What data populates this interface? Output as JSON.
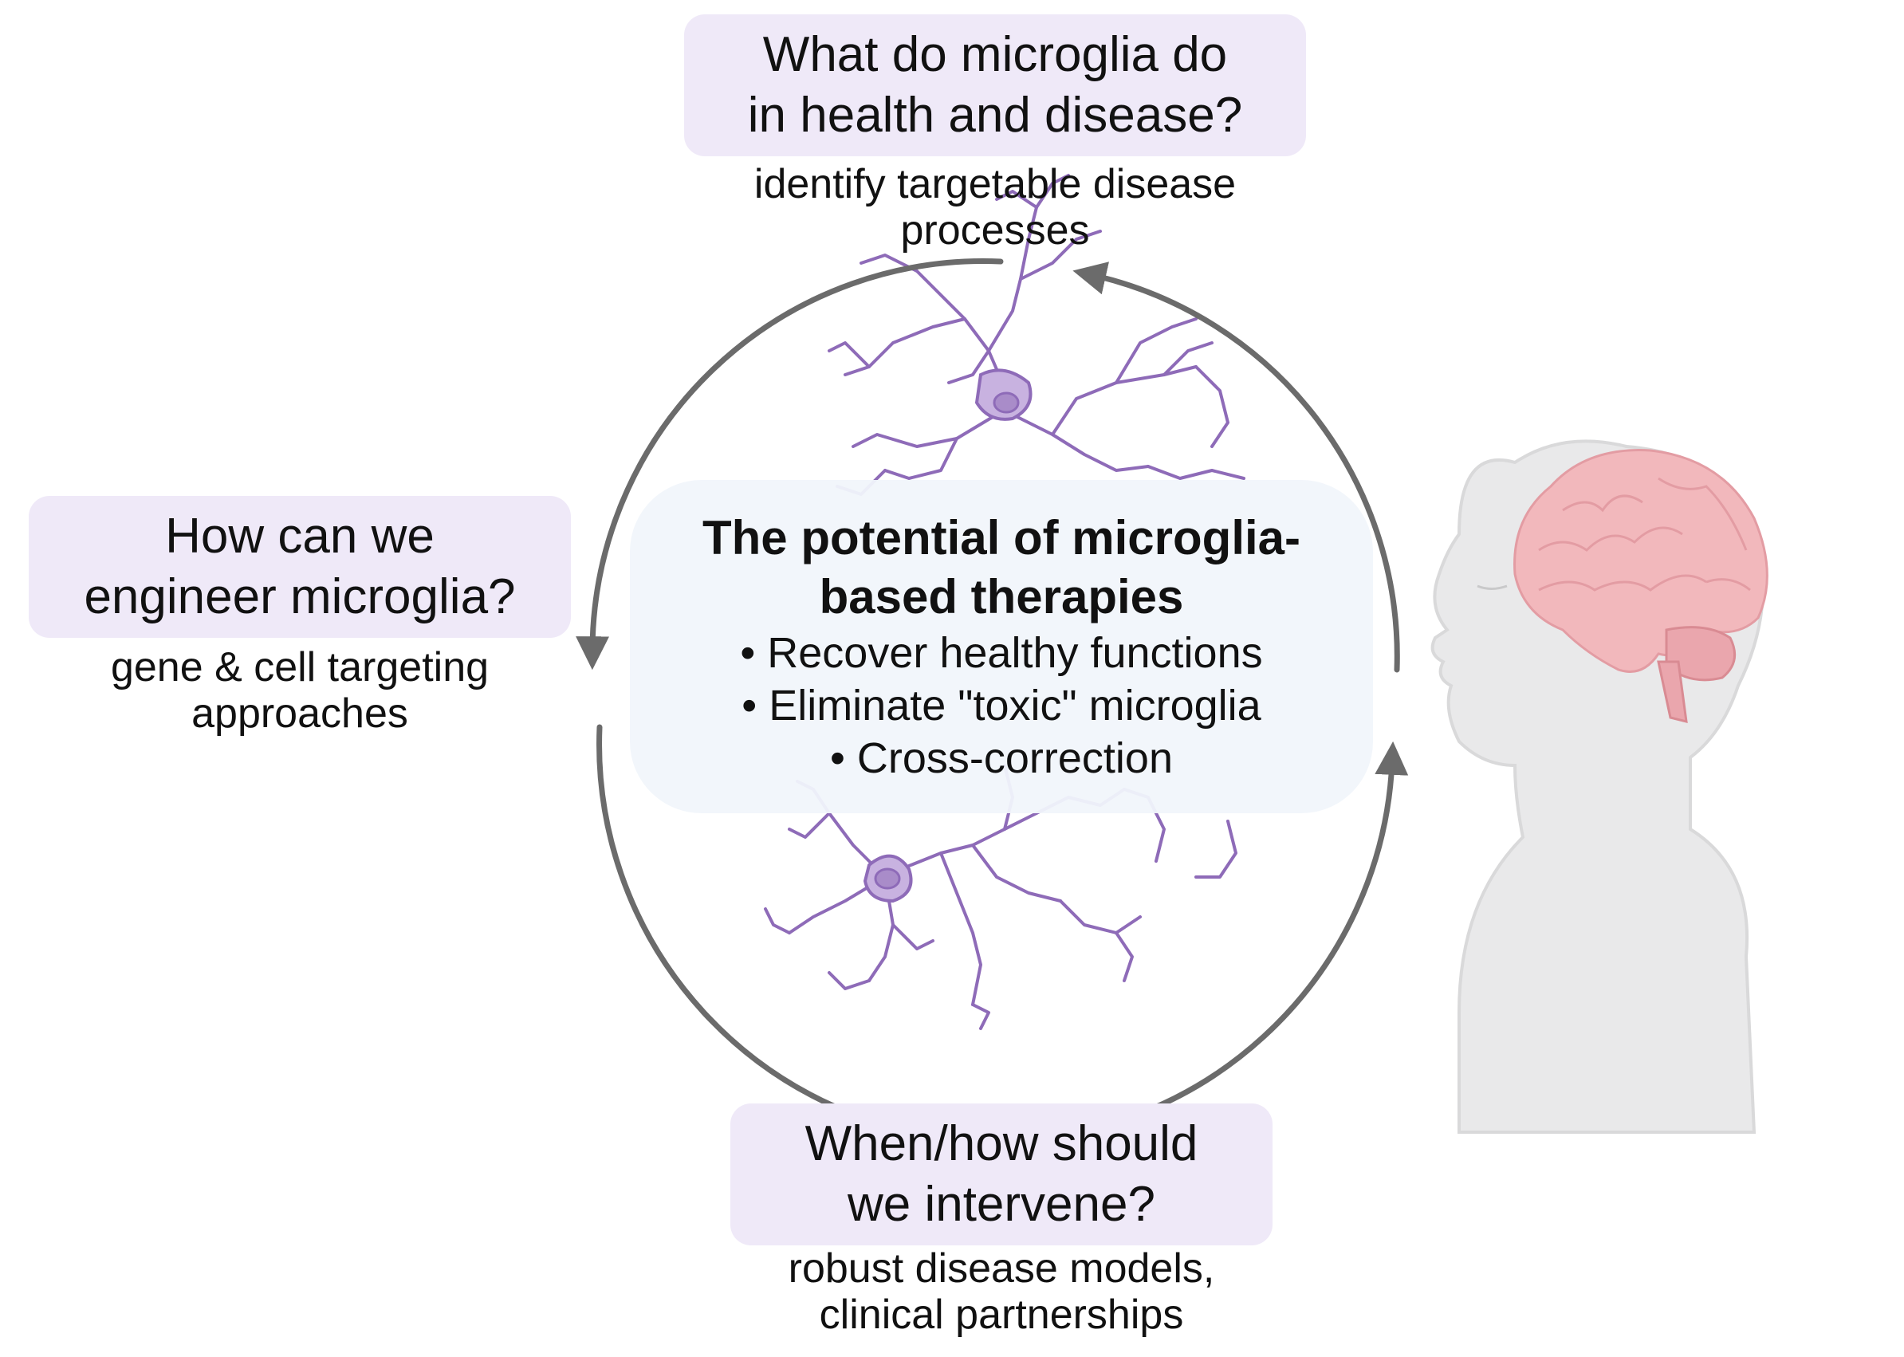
{
  "top": {
    "question_line1": "What do microglia do",
    "question_line2": "in health and disease?",
    "sub_line1": "identify targetable disease",
    "sub_line2": "processes"
  },
  "left": {
    "question_line1": "How can we",
    "question_line2": "engineer microglia?",
    "sub_line1": "gene & cell targeting",
    "sub_line2": "approaches"
  },
  "bottom": {
    "question_line1": "When/how should",
    "question_line2": "we intervene?",
    "sub_line1": "robust disease models,",
    "sub_line2": "clinical partnerships"
  },
  "center": {
    "title_line1": "The potential of microglia-",
    "title_line2": "based therapies",
    "bullets": [
      "• Recover healthy functions",
      "• Eliminate \"toxic\" microglia",
      "• Cross-correction"
    ]
  },
  "icons": {
    "microglia": "microglia-cell-icon",
    "human": "child-profile-with-brain-icon",
    "cycle": "cycle-arrows-icon"
  },
  "colors": {
    "box_fill": "#efe9f8",
    "center_fill": "#f1f5fb",
    "arrow": "#6b6b6b",
    "microglia_stroke": "#8e6bb8",
    "microglia_fill": "#c8b2e0",
    "brain": "#f2b8bc",
    "body": "#e8e8e8"
  }
}
